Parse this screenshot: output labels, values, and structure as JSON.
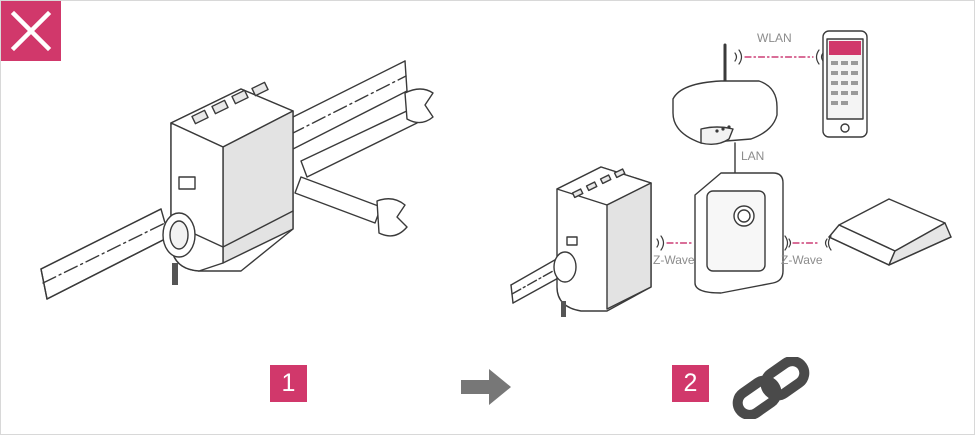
{
  "colors": {
    "accent": "#d1386b",
    "line": "#3a3a3a",
    "dash": "#c2185b",
    "arrow": "#777777",
    "chain": "#4a4a4a"
  },
  "icons": {
    "close": "close-x-icon",
    "arrow": "right-arrow-icon",
    "link": "chain-link-icon"
  },
  "network": {
    "wlan": "WLAN",
    "lan": "LAN",
    "zwave_left": "Z-Wave",
    "zwave_right": "Z-Wave"
  },
  "steps": [
    {
      "label": "1"
    },
    {
      "label": "2"
    }
  ]
}
